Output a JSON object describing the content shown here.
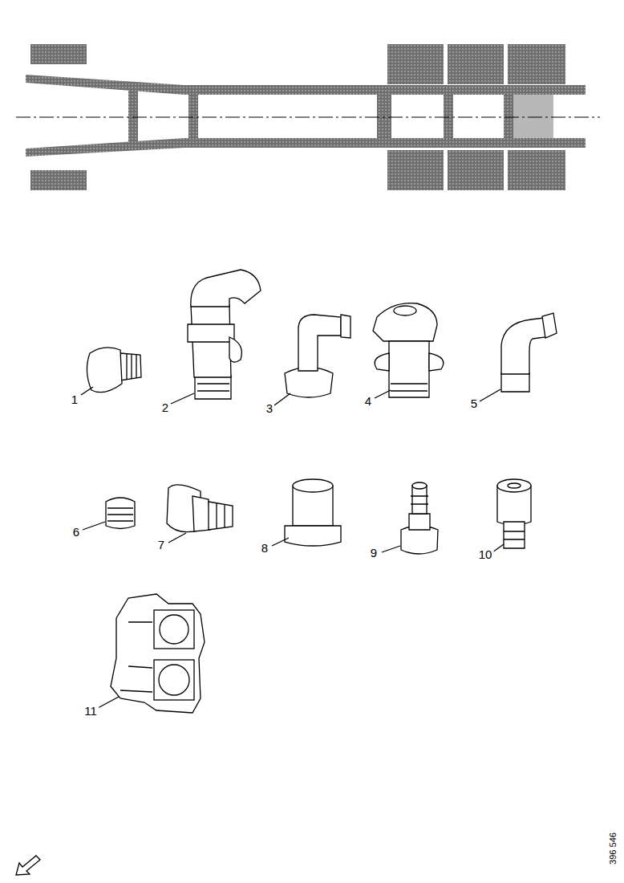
{
  "diagram": {
    "labels": [
      "1",
      "2",
      "3",
      "4",
      "5",
      "6",
      "7",
      "8",
      "9",
      "10",
      "11",
      "396 546"
    ]
  }
}
